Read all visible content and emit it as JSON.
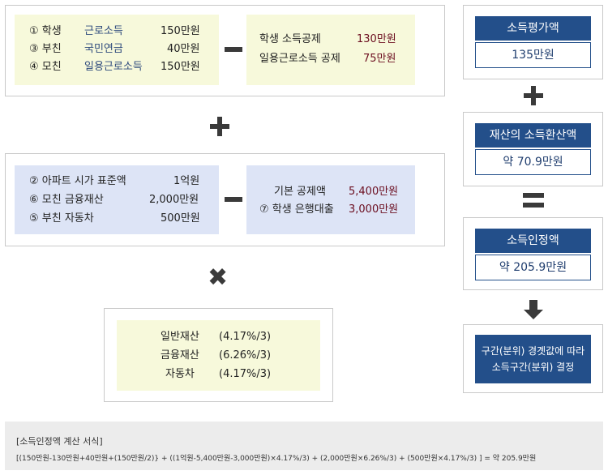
{
  "box1": {
    "left_rows": [
      {
        "label": "① 학생",
        "kind": "근로소득",
        "amount": "150만원"
      },
      {
        "label": "③ 부친",
        "kind": "국민연금",
        "amount": "40만원"
      },
      {
        "label": "④ 모친",
        "kind": "일용근로소득",
        "amount": "150만원"
      }
    ],
    "right_rows": [
      {
        "label": "학생 소득공제",
        "amount": "130만원"
      },
      {
        "label": "일용근로소득 공제",
        "amount": "75만원"
      }
    ]
  },
  "box2": {
    "left_rows": [
      {
        "label": "② 아파트 시가 표준액",
        "amount": "1억원"
      },
      {
        "label": "⑥ 모친 금융재산",
        "amount": "2,000만원"
      },
      {
        "label": "⑤ 부친 자동차",
        "amount": "500만원"
      }
    ],
    "right_rows": [
      {
        "label": "기본 공제액",
        "amount": "5,400만원"
      },
      {
        "label": "⑦ 학생 은행대출",
        "amount": "3,000만원"
      }
    ]
  },
  "box3": {
    "rows": [
      {
        "label": "일반재산",
        "rate": "(4.17%/3)"
      },
      {
        "label": "금융재산",
        "rate": "(6.26%/3)"
      },
      {
        "label": "자동차",
        "rate": "(4.17%/3)"
      }
    ]
  },
  "right_column": {
    "income_eval": {
      "title": "소득평가액",
      "value": "135만원"
    },
    "asset_conv": {
      "title": "재산의 소득환산액",
      "value": "약 70.9만원"
    },
    "recognized": {
      "title": "소득인정액",
      "value": "약 205.9만원"
    },
    "final_line1": "구간(분위) 경곗값에 따라",
    "final_line2": "소득구간(분위) 결정"
  },
  "formula": {
    "title": "[소득인정액 계산 서식]",
    "text": "[(150만원-130만원+40만원+(150만원/2)}  +  ((1억원-5,400만원-3,000만원)×4.17%/3)  +  (2,000만원×6.26%/3)  +  (500만원×4.17%/3) ]  =  약 205.9만원"
  },
  "colors": {
    "navy": "#234f8a",
    "yellow_panel": "#f7f9db",
    "blue_panel": "#dde4f6",
    "amount_red": "#6b0d1f"
  }
}
